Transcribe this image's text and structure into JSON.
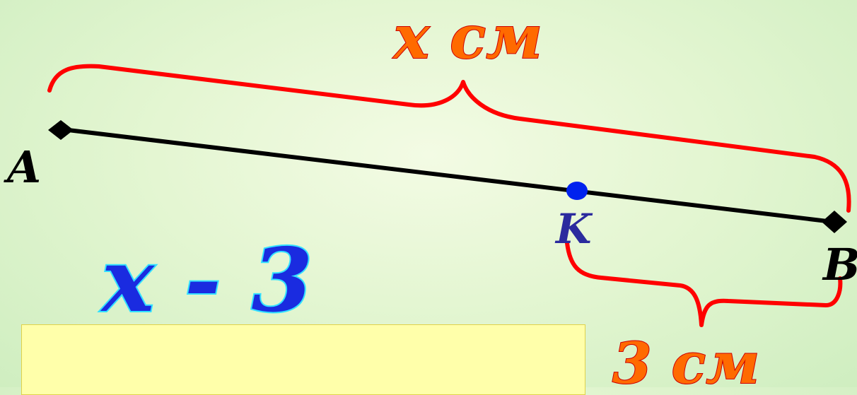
{
  "labels": {
    "total_length": "x см",
    "remainder_length": "3 см",
    "expression": "x - 3",
    "point_a": "A",
    "point_k": "K",
    "point_b": "B"
  },
  "colors": {
    "segment": "#000000",
    "brace": "#ff0000",
    "length_label_fill": "#ff6a00",
    "length_label_stroke": "#cc0000",
    "expression_fill": "#1a2be0",
    "expression_stroke": "#33e0ff",
    "point_k": "#0022ee",
    "label_k": "#2b2b9e",
    "caption_box": "#ffffaa"
  }
}
